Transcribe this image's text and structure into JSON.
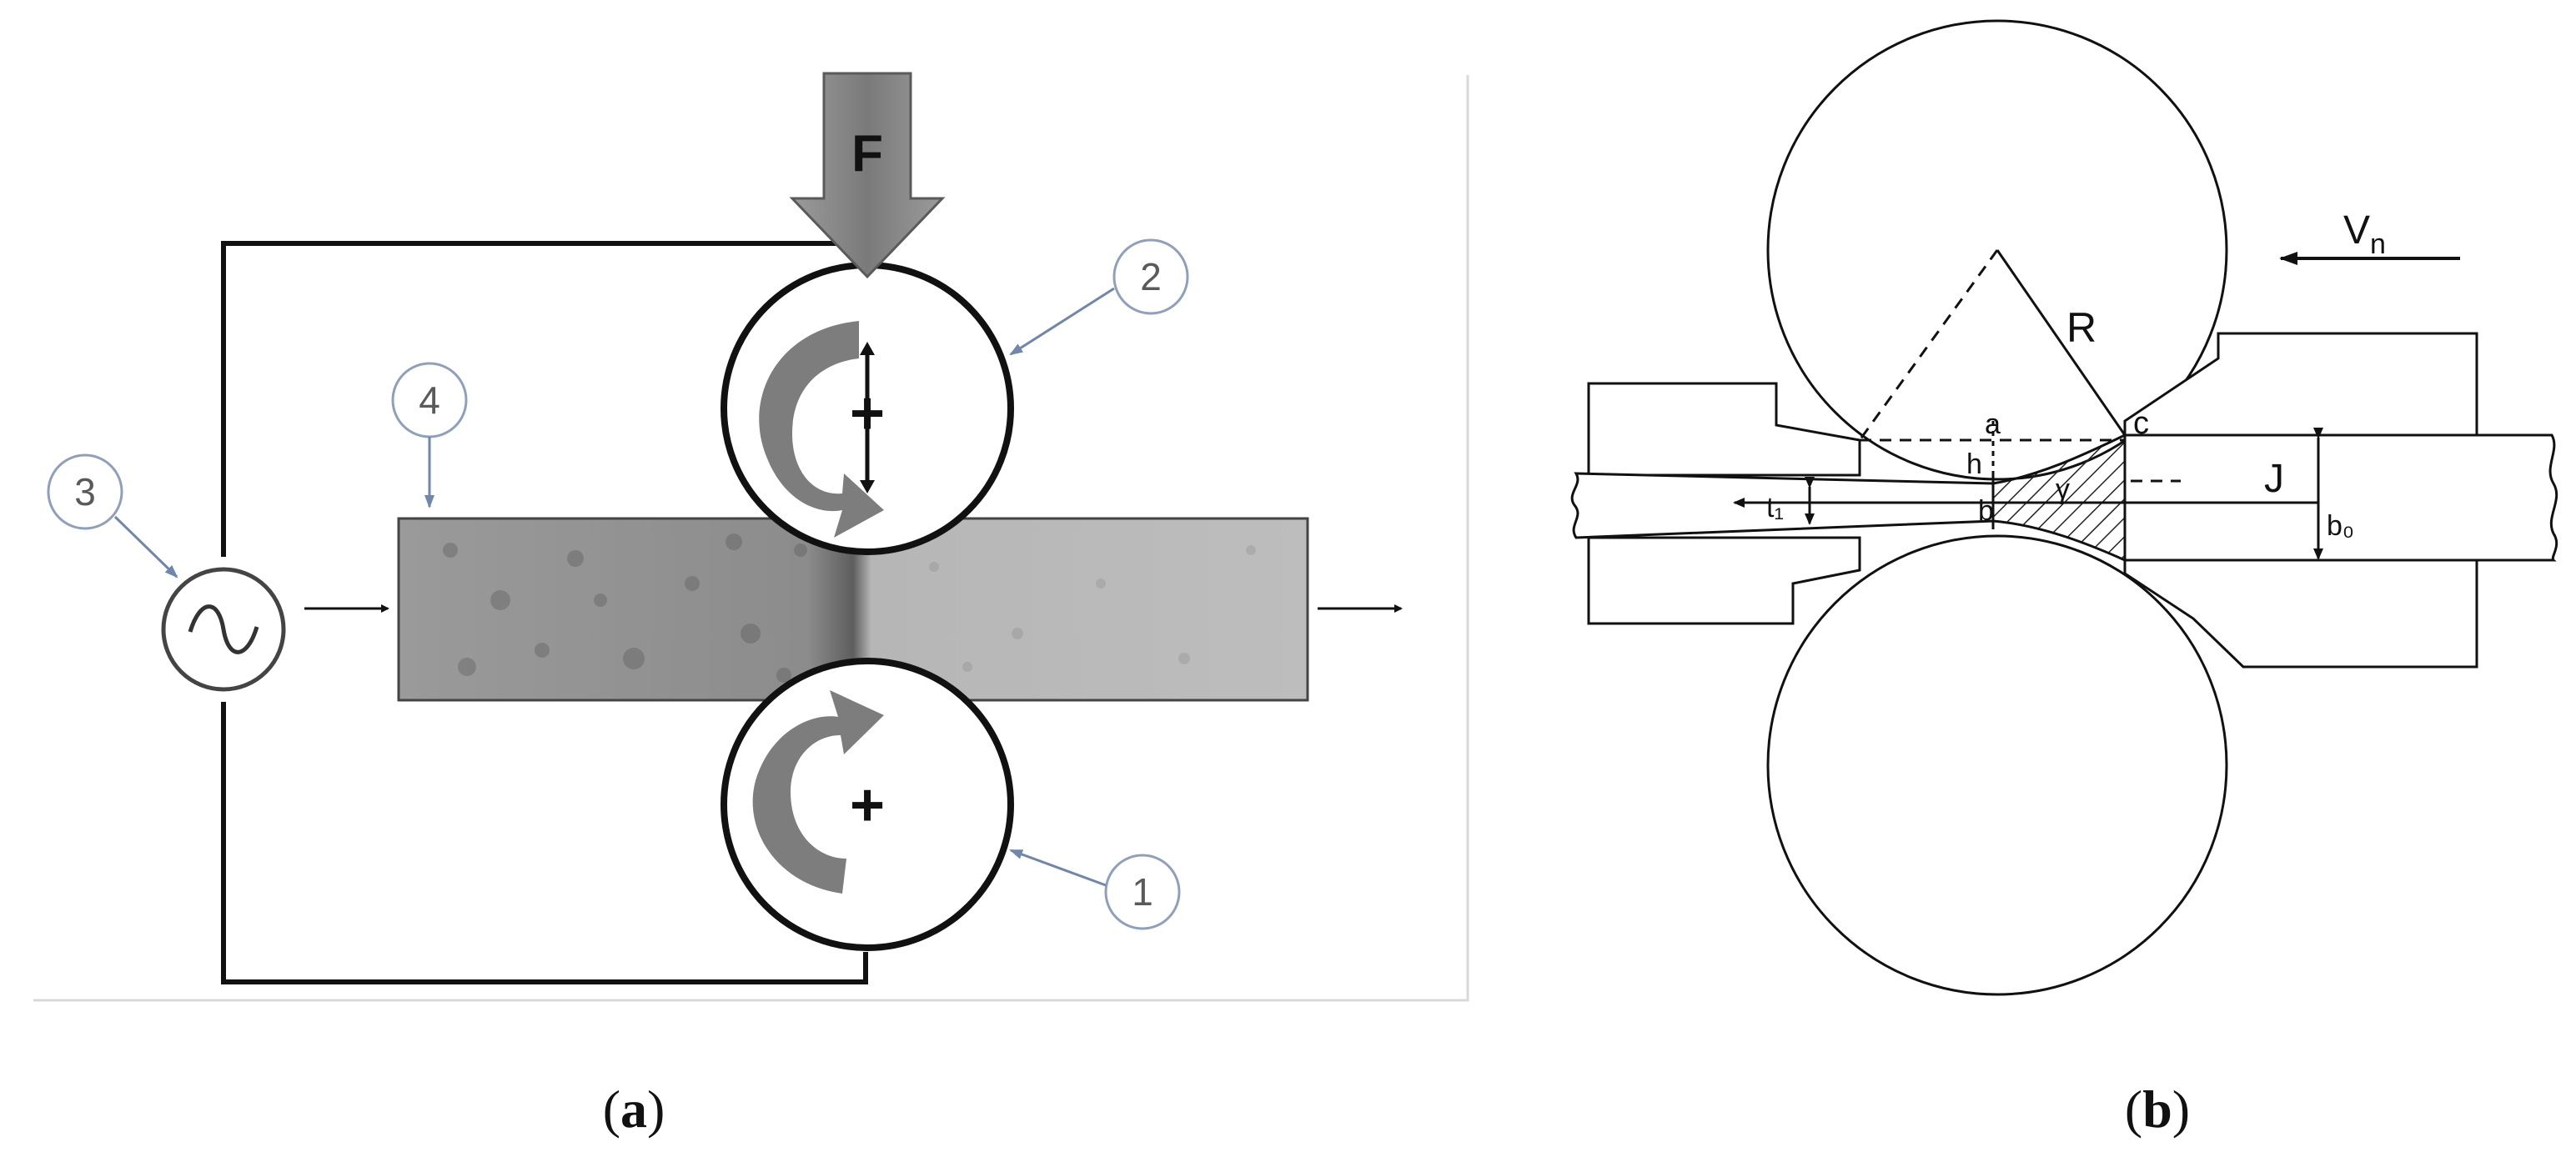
{
  "panel_a": {
    "force_label": "F",
    "callouts": [
      "1",
      "2",
      "3",
      "4"
    ],
    "roller_top_sign": "+",
    "roller_bottom_sign": "+"
  },
  "panel_b": {
    "velocity_label": "V",
    "velocity_sub": "n",
    "radius_label": "R",
    "point_a": "a",
    "point_b": "b",
    "point_c": "c",
    "h_label": "h",
    "gamma_label": "γ",
    "j_label": "J",
    "t_label": "t₁",
    "b0_label": "b₀"
  },
  "captions": {
    "a_open": "(",
    "a_letter": "a",
    "a_close": ")",
    "b_open": "(",
    "b_letter": "b",
    "b_close": ")"
  },
  "colors": {
    "frame": "#d9d9d9",
    "callout_circle": "#7f93b3",
    "arrow_grey": "#8a8a8a",
    "line": "#111111"
  }
}
